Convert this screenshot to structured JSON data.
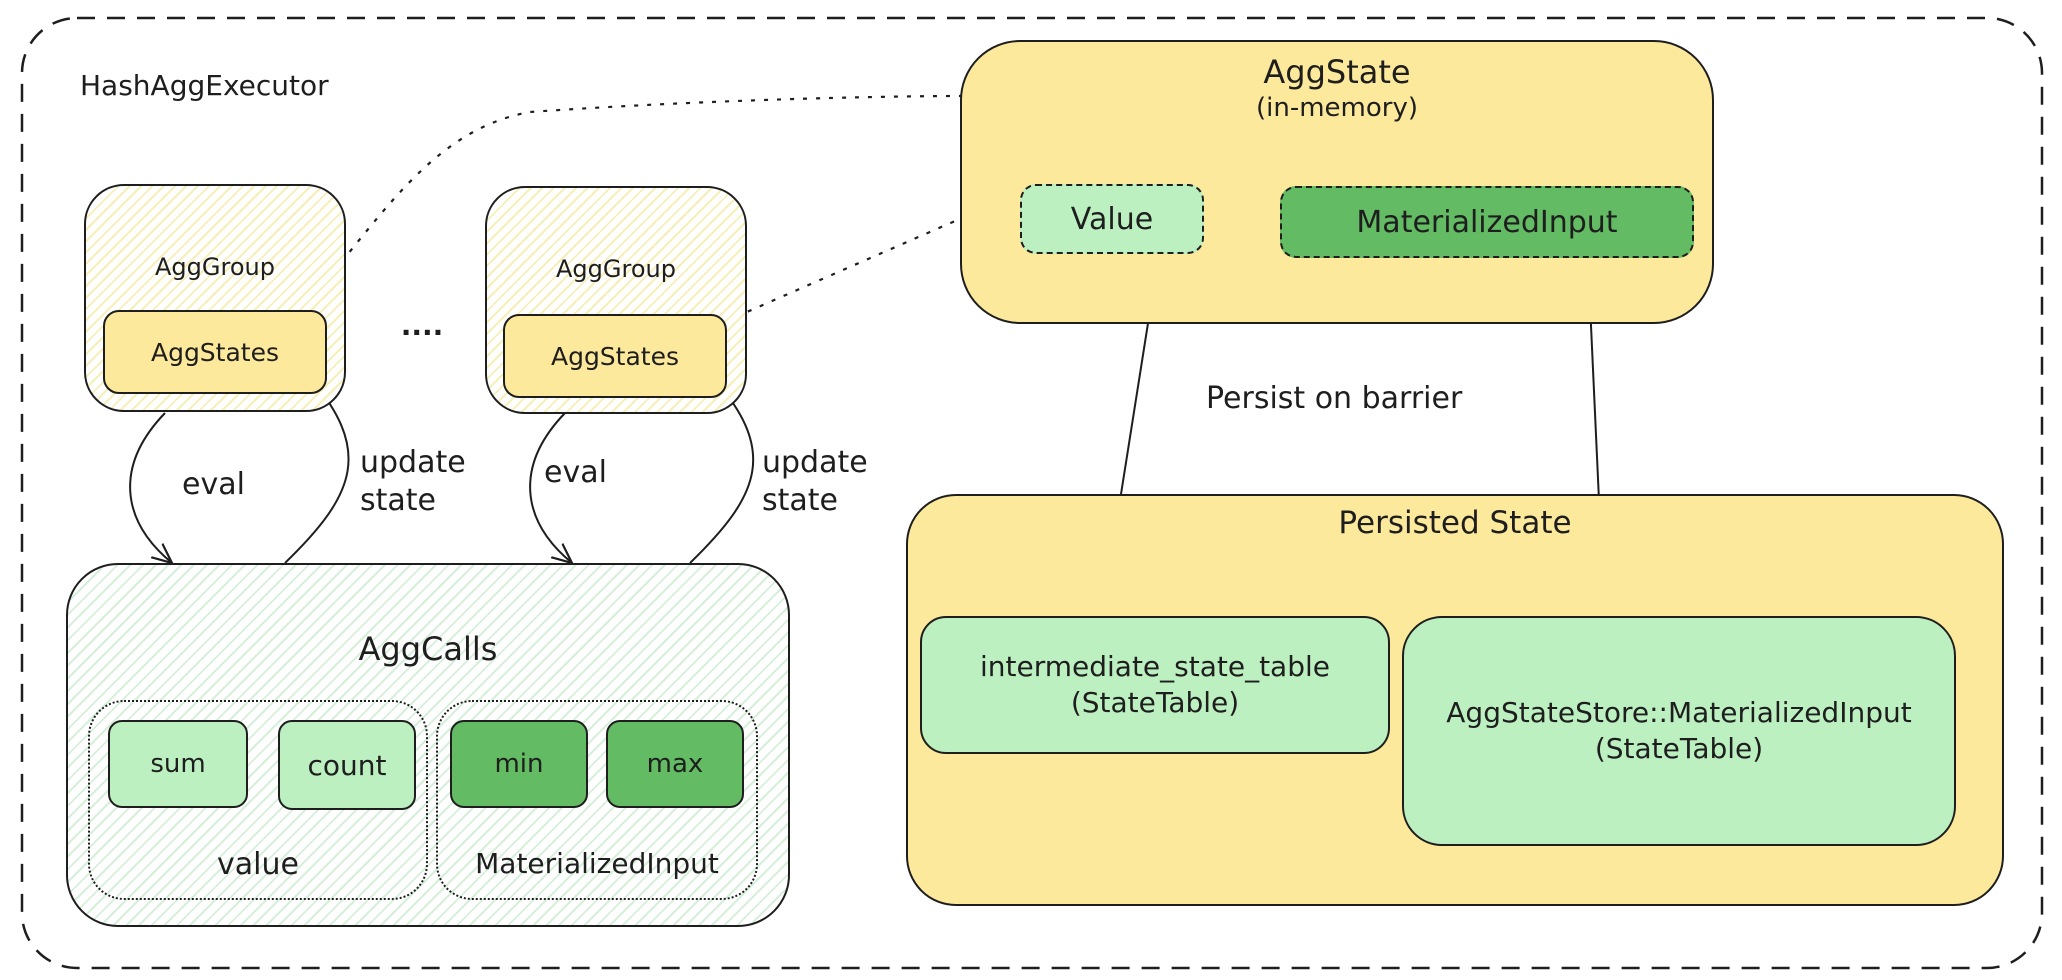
{
  "executor": {
    "title": "HashAggExecutor"
  },
  "agg_groups": [
    {
      "title": "AggGroup",
      "states_label": "AggStates"
    },
    {
      "title": "AggGroup",
      "states_label": "AggStates"
    }
  ],
  "ellipsis": "....",
  "edges": {
    "eval_1": "eval",
    "update_1": [
      "update",
      "state"
    ],
    "eval_2": "eval",
    "update_2": [
      "update",
      "state"
    ],
    "persist": "Persist on barrier"
  },
  "agg_calls": {
    "title": "AggCalls",
    "value_group": {
      "label": "value",
      "items": [
        "sum",
        "count"
      ]
    },
    "materialized_group": {
      "label": "MaterializedInput",
      "items": [
        "min",
        "max"
      ]
    }
  },
  "agg_state": {
    "title": "AggState",
    "subtitle": "(in-memory)",
    "value_label": "Value",
    "materialized_label": "MaterializedInput"
  },
  "persisted_state": {
    "title": "Persisted State",
    "intermediate": [
      "intermediate_state_table",
      "(StateTable)"
    ],
    "store": [
      "AggStateStore::MaterializedInput",
      "(StateTable)"
    ]
  },
  "colors": {
    "yellow": "#fce99c",
    "light_green": "#bdf0c1",
    "dark_green": "#63bb64",
    "stroke": "#1e1e1e"
  }
}
